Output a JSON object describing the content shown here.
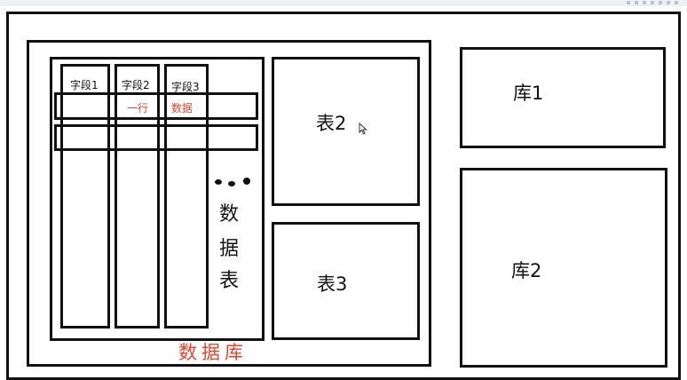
{
  "diagram": {
    "fields": [
      "字段1",
      "字段2",
      "字段3"
    ],
    "row_label": "一行",
    "data_label": "数据",
    "table_label": "数据表",
    "table_label_chars": [
      "数",
      "据",
      "表"
    ],
    "table2": "表2",
    "table3": "表3",
    "database_label": "数据库",
    "library1": "库1",
    "library2": "库2",
    "ellipsis_icon": "three-dots-icon",
    "accent_color": "#e8442d",
    "line_color": "#111111"
  }
}
